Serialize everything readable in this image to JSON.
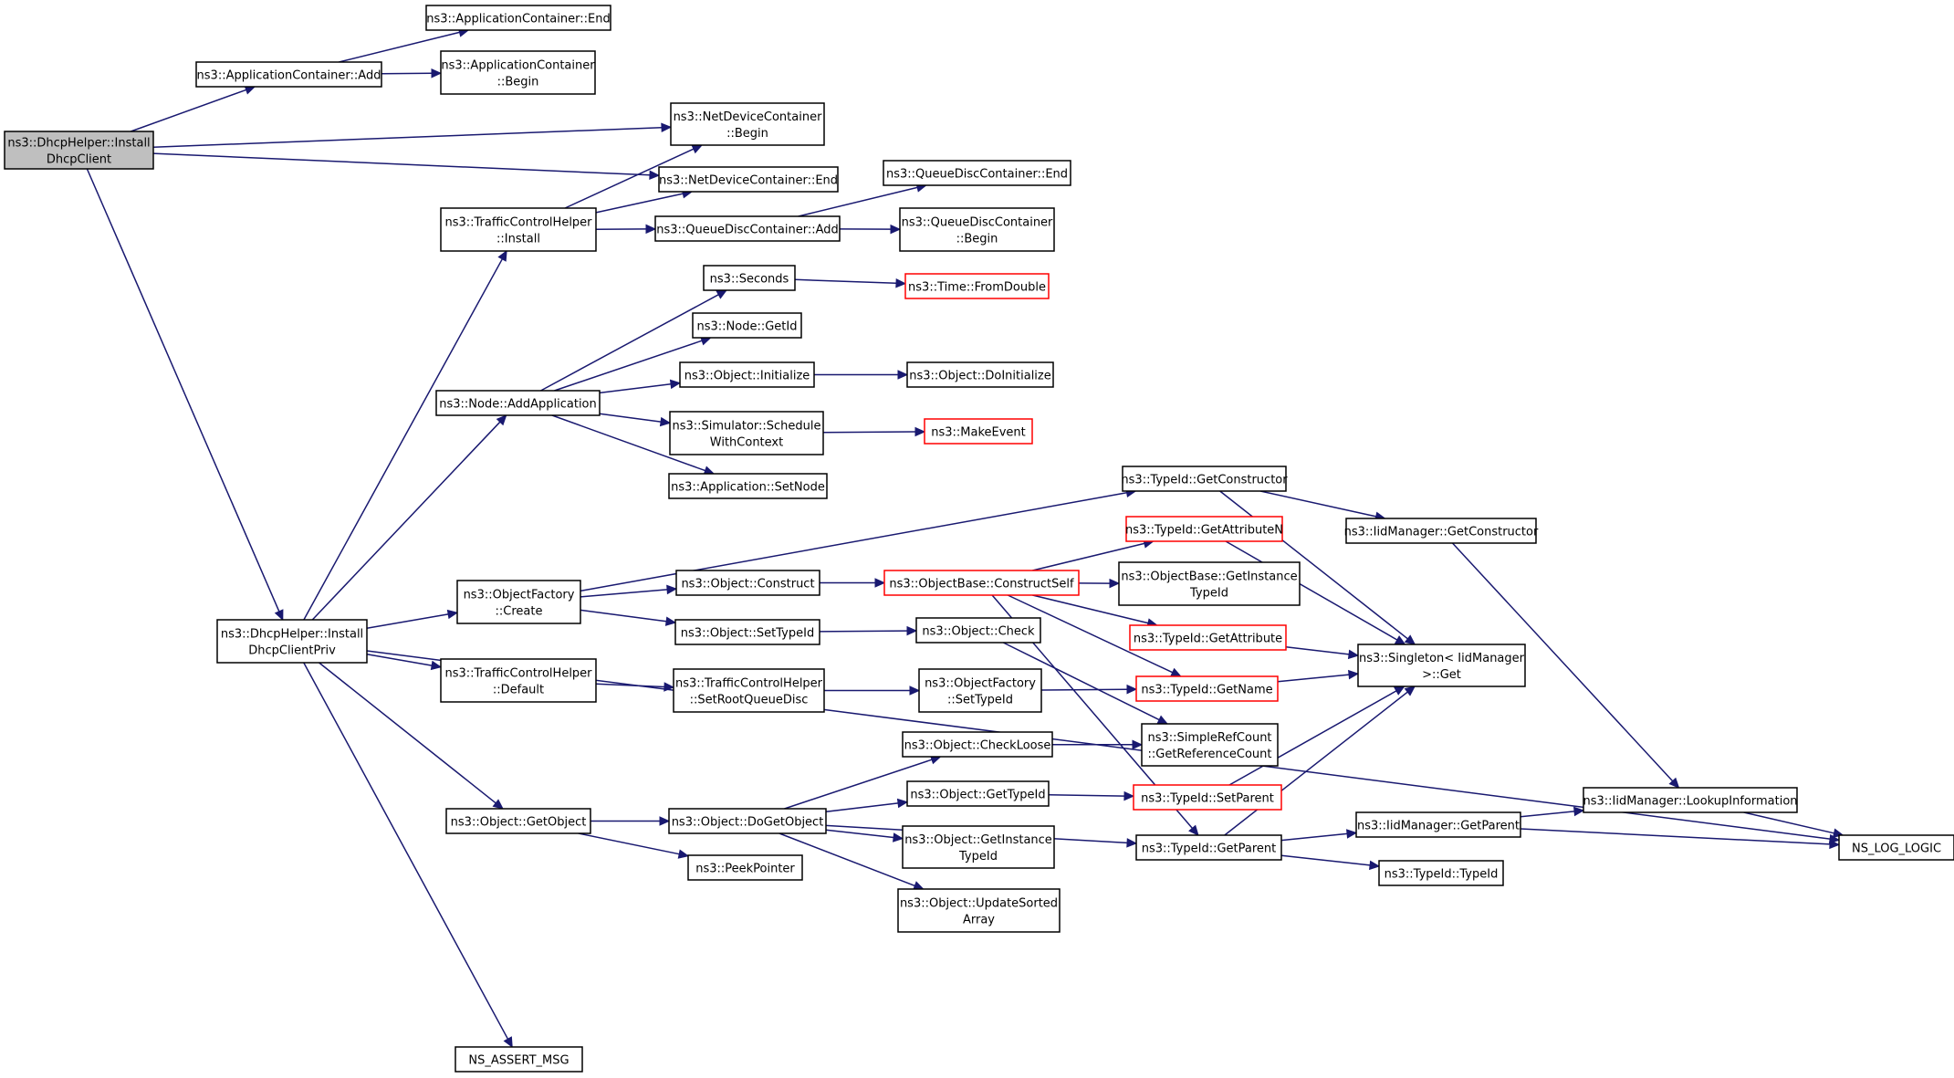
{
  "nodes": [
    {
      "id": "dhcp_install",
      "lines": [
        "ns3::DhcpHelper::Install",
        "DhcpClient"
      ],
      "root": true
    },
    {
      "id": "ac_add",
      "lines": [
        "ns3::ApplicationContainer::Add"
      ]
    },
    {
      "id": "ac_end",
      "lines": [
        "ns3::ApplicationContainer::End"
      ]
    },
    {
      "id": "ac_begin",
      "lines": [
        "ns3::ApplicationContainer",
        "::Begin"
      ]
    },
    {
      "id": "ndc_begin",
      "lines": [
        "ns3::NetDeviceContainer",
        "::Begin"
      ]
    },
    {
      "id": "ndc_end",
      "lines": [
        "ns3::NetDeviceContainer::End"
      ]
    },
    {
      "id": "tch_install",
      "lines": [
        "ns3::TrafficControlHelper",
        "::Install"
      ]
    },
    {
      "id": "qdc_add",
      "lines": [
        "ns3::QueueDiscContainer::Add"
      ]
    },
    {
      "id": "qdc_end",
      "lines": [
        "ns3::QueueDiscContainer::End"
      ]
    },
    {
      "id": "qdc_begin",
      "lines": [
        "ns3::QueueDiscContainer",
        "::Begin"
      ]
    },
    {
      "id": "seconds",
      "lines": [
        "ns3::Seconds"
      ]
    },
    {
      "id": "time_fromdouble",
      "lines": [
        "ns3::Time::FromDouble"
      ],
      "red": true
    },
    {
      "id": "node_getid",
      "lines": [
        "ns3::Node::GetId"
      ]
    },
    {
      "id": "obj_initialize",
      "lines": [
        "ns3::Object::Initialize"
      ]
    },
    {
      "id": "obj_doinitialize",
      "lines": [
        "ns3::Object::DoInitialize"
      ]
    },
    {
      "id": "node_addapp",
      "lines": [
        "ns3::Node::AddApplication"
      ]
    },
    {
      "id": "sim_schedule",
      "lines": [
        "ns3::Simulator::Schedule",
        "WithContext"
      ]
    },
    {
      "id": "makeevent",
      "lines": [
        "ns3::MakeEvent"
      ],
      "red": true
    },
    {
      "id": "app_setnode",
      "lines": [
        "ns3::Application::SetNode"
      ]
    },
    {
      "id": "typeid_getconstructor",
      "lines": [
        "ns3::TypeId::GetConstructor"
      ]
    },
    {
      "id": "iid_getconstructor",
      "lines": [
        "ns3::IidManager::GetConstructor"
      ]
    },
    {
      "id": "typeid_getattributen",
      "lines": [
        "ns3::TypeId::GetAttributeN"
      ],
      "red": true
    },
    {
      "id": "objfactory_create",
      "lines": [
        "ns3::ObjectFactory",
        "::Create"
      ]
    },
    {
      "id": "obj_construct",
      "lines": [
        "ns3::Object::Construct"
      ]
    },
    {
      "id": "objbase_constructself",
      "lines": [
        "ns3::ObjectBase::ConstructSelf"
      ],
      "red": true
    },
    {
      "id": "objbase_getinstancetypeid",
      "lines": [
        "ns3::ObjectBase::GetInstance",
        "TypeId"
      ]
    },
    {
      "id": "dhcp_install_priv",
      "lines": [
        "ns3::DhcpHelper::Install",
        "DhcpClientPriv"
      ]
    },
    {
      "id": "obj_settypeid",
      "lines": [
        "ns3::Object::SetTypeId"
      ]
    },
    {
      "id": "obj_check",
      "lines": [
        "ns3::Object::Check"
      ]
    },
    {
      "id": "typeid_getattribute",
      "lines": [
        "ns3::TypeId::GetAttribute"
      ],
      "red": true
    },
    {
      "id": "singleton_get",
      "lines": [
        "ns3::Singleton< IidManager",
        "&gt;::Get"
      ]
    },
    {
      "id": "tch_default",
      "lines": [
        "ns3::TrafficControlHelper",
        "::Default"
      ]
    },
    {
      "id": "tch_setroot",
      "lines": [
        "ns3::TrafficControlHelper",
        "::SetRootQueueDisc"
      ]
    },
    {
      "id": "objfactory_settypeid",
      "lines": [
        "ns3::ObjectFactory",
        "::SetTypeId"
      ]
    },
    {
      "id": "typeid_getname",
      "lines": [
        "ns3::TypeId::GetName"
      ],
      "red": true
    },
    {
      "id": "simplerefcount",
      "lines": [
        "ns3::SimpleRefCount",
        "::GetReferenceCount"
      ]
    },
    {
      "id": "obj_checkloose",
      "lines": [
        "ns3::Object::CheckLoose"
      ]
    },
    {
      "id": "obj_gettypeid",
      "lines": [
        "ns3::Object::GetTypeId"
      ]
    },
    {
      "id": "typeid_setparent",
      "lines": [
        "ns3::TypeId::SetParent"
      ],
      "red": true
    },
    {
      "id": "iid_lookupinfo",
      "lines": [
        "ns3::IidManager::LookupInformation"
      ]
    },
    {
      "id": "obj_getobject",
      "lines": [
        "ns3::Object::GetObject"
      ]
    },
    {
      "id": "obj_dogetobject",
      "lines": [
        "ns3::Object::DoGetObject"
      ]
    },
    {
      "id": "typeid_getparent",
      "lines": [
        "ns3::TypeId::GetParent"
      ]
    },
    {
      "id": "iid_getparent",
      "lines": [
        "ns3::IidManager::GetParent"
      ]
    },
    {
      "id": "ns_log_logic",
      "lines": [
        "NS_LOG_LOGIC"
      ]
    },
    {
      "id": "obj_getinstancetypeid",
      "lines": [
        "ns3::Object::GetInstance",
        "TypeId"
      ]
    },
    {
      "id": "peekpointer",
      "lines": [
        "ns3::PeekPointer"
      ]
    },
    {
      "id": "typeid_typeid",
      "lines": [
        "ns3::TypeId::TypeId"
      ]
    },
    {
      "id": "obj_updatesorted",
      "lines": [
        "ns3::Object::UpdateSorted",
        "Array"
      ]
    },
    {
      "id": "ns_assert_msg",
      "lines": [
        "NS_ASSERT_MSG"
      ]
    }
  ],
  "edges": [
    [
      "dhcp_install",
      "ac_add"
    ],
    [
      "ac_add",
      "ac_end"
    ],
    [
      "ac_add",
      "ac_begin"
    ],
    [
      "dhcp_install",
      "ndc_begin"
    ],
    [
      "dhcp_install",
      "ndc_end"
    ],
    [
      "dhcp_install",
      "dhcp_install_priv"
    ],
    [
      "tch_install",
      "ndc_begin"
    ],
    [
      "tch_install",
      "ndc_end"
    ],
    [
      "tch_install",
      "qdc_add"
    ],
    [
      "qdc_add",
      "qdc_end"
    ],
    [
      "qdc_add",
      "qdc_begin"
    ],
    [
      "node_addapp",
      "seconds"
    ],
    [
      "seconds",
      "time_fromdouble"
    ],
    [
      "node_addapp",
      "node_getid"
    ],
    [
      "node_addapp",
      "obj_initialize"
    ],
    [
      "obj_initialize",
      "obj_doinitialize"
    ],
    [
      "node_addapp",
      "sim_schedule"
    ],
    [
      "sim_schedule",
      "makeevent"
    ],
    [
      "node_addapp",
      "app_setnode"
    ],
    [
      "dhcp_install_priv",
      "tch_install"
    ],
    [
      "dhcp_install_priv",
      "node_addapp"
    ],
    [
      "dhcp_install_priv",
      "objfactory_create"
    ],
    [
      "dhcp_install_priv",
      "tch_default"
    ],
    [
      "dhcp_install_priv",
      "obj_getobject"
    ],
    [
      "dhcp_install_priv",
      "ns_log_logic"
    ],
    [
      "dhcp_install_priv",
      "ns_assert_msg"
    ],
    [
      "objfactory_create",
      "typeid_getconstructor"
    ],
    [
      "objfactory_create",
      "obj_construct"
    ],
    [
      "objfactory_create",
      "obj_settypeid"
    ],
    [
      "typeid_getconstructor",
      "iid_getconstructor"
    ],
    [
      "typeid_getconstructor",
      "singleton_get"
    ],
    [
      "iid_getconstructor",
      "iid_lookupinfo"
    ],
    [
      "obj_construct",
      "objbase_constructself"
    ],
    [
      "objbase_constructself",
      "typeid_getattributen"
    ],
    [
      "objbase_constructself",
      "objbase_getinstancetypeid"
    ],
    [
      "objbase_constructself",
      "typeid_getattribute"
    ],
    [
      "objbase_constructself",
      "typeid_getname"
    ],
    [
      "objbase_constructself",
      "typeid_getparent"
    ],
    [
      "typeid_getattributen",
      "singleton_get"
    ],
    [
      "typeid_getattribute",
      "singleton_get"
    ],
    [
      "typeid_getname",
      "singleton_get"
    ],
    [
      "obj_settypeid",
      "obj_check"
    ],
    [
      "obj_check",
      "simplerefcount"
    ],
    [
      "tch_default",
      "tch_setroot"
    ],
    [
      "tch_setroot",
      "objfactory_settypeid"
    ],
    [
      "objfactory_settypeid",
      "typeid_getname"
    ],
    [
      "obj_getobject",
      "obj_dogetobject"
    ],
    [
      "obj_getobject",
      "peekpointer"
    ],
    [
      "obj_dogetobject",
      "obj_checkloose"
    ],
    [
      "obj_dogetobject",
      "obj_gettypeid"
    ],
    [
      "obj_dogetobject",
      "obj_getinstancetypeid"
    ],
    [
      "obj_dogetobject",
      "obj_updatesorted"
    ],
    [
      "obj_dogetobject",
      "typeid_getparent"
    ],
    [
      "obj_checkloose",
      "simplerefcount"
    ],
    [
      "obj_gettypeid",
      "typeid_setparent"
    ],
    [
      "typeid_setparent",
      "singleton_get"
    ],
    [
      "typeid_getparent",
      "singleton_get"
    ],
    [
      "typeid_getparent",
      "iid_getparent"
    ],
    [
      "typeid_getparent",
      "typeid_typeid"
    ],
    [
      "iid_getparent",
      "iid_lookupinfo"
    ],
    [
      "iid_getparent",
      "ns_log_logic"
    ],
    [
      "iid_lookupinfo",
      "ns_log_logic"
    ]
  ],
  "colors": {
    "edge": "#191970",
    "box_border": "#000000",
    "highlight_border": "#ff0000",
    "root_fill": "#bfbfbf"
  }
}
